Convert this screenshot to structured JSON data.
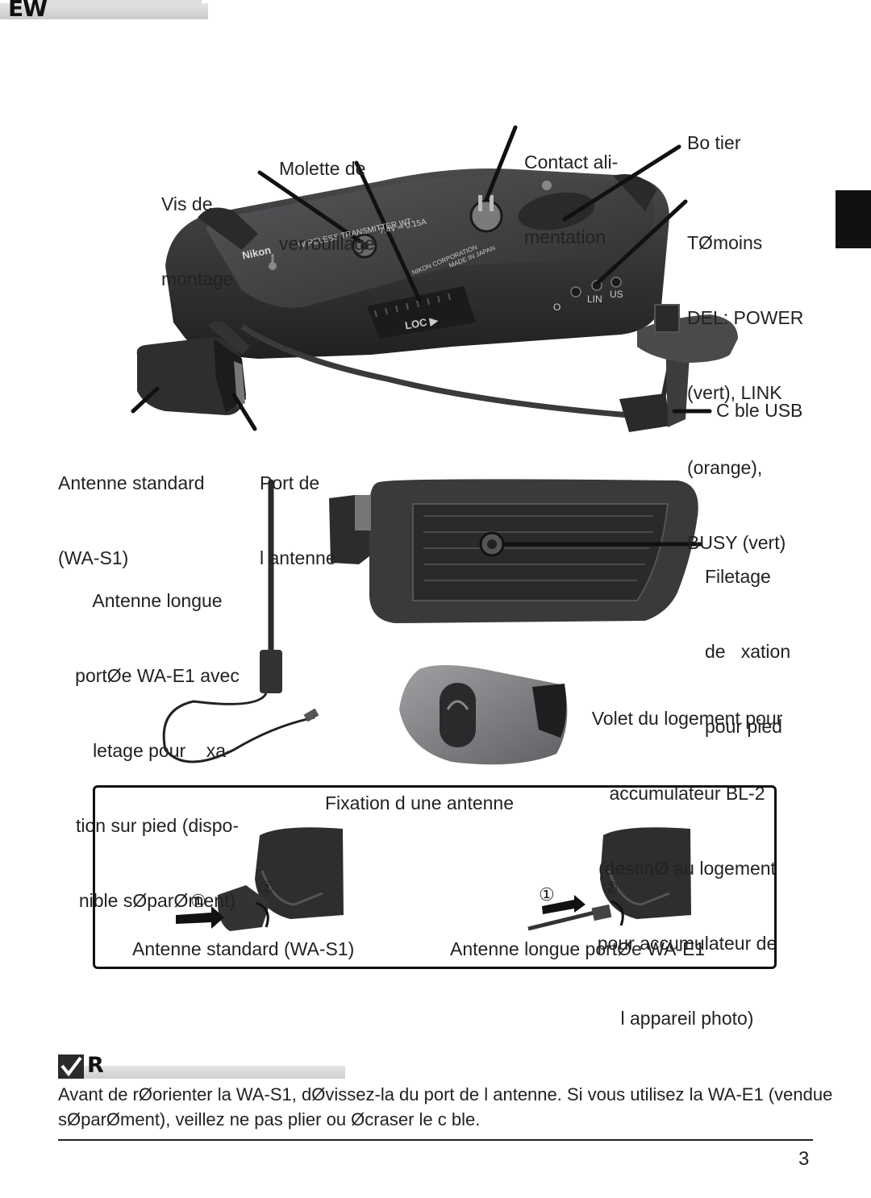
{
  "section": {
    "code": "EW"
  },
  "labels": {
    "vis_de_montage": [
      "Vis de",
      "montage"
    ],
    "molette": [
      "Molette de",
      "verrouillage"
    ],
    "contact": [
      "Contact ali-",
      "mentation"
    ],
    "boitier": "Bo tier",
    "temoins": [
      "TØmoins",
      "DEL: POWER",
      "(vert), LINK",
      "(orange),",
      "BUSY (vert)"
    ],
    "cable_usb": "C ble USB",
    "antenne_standard": [
      "Antenne standard",
      "(WA-S1)"
    ],
    "port_antenne": [
      "Port de",
      "l antenne"
    ],
    "filetage": [
      "Filetage",
      "de   xation",
      "pour pied"
    ],
    "antenne_longue": [
      "Antenne longue",
      "portØe WA-E1 avec",
      "  letage pour    xa-",
      "tion sur pied (dispo-",
      "nible sØparØment)"
    ],
    "volet": [
      "Volet du logement pour",
      "accumulateur BL-2",
      "(destinØ au logement",
      "pour accumulateur de",
      "l appareil photo)"
    ]
  },
  "device_markings": {
    "brand": "Nikon",
    "model": "WIRELESS TRANSMITTER WT-",
    "rating": "7.4V ═ 0.15A",
    "maker": "NIKON CORPORATION",
    "origin": "MADE IN JAPAN",
    "led_labels": [
      "O",
      "LIN",
      "US"
    ],
    "lock": "LOC ▶"
  },
  "attachment": {
    "title": "Fixation d une antenne",
    "left_caption": "Antenne standard (WA-S1)",
    "right_caption": "Antenne longue portØe WA-E1",
    "steps": [
      "①",
      "②"
    ]
  },
  "note": {
    "code": "R",
    "text": "Avant de rØorienter la WA-S1, dØvissez-la du port de l antenne. Si vous utilisez la WA-E1 (vendue sØparØment), veillez   ne pas plier ou Øcraser le c ble."
  },
  "page_number": "3",
  "colors": {
    "body": "#3a3a3c",
    "body_dark": "#232325",
    "text": "#222222"
  }
}
